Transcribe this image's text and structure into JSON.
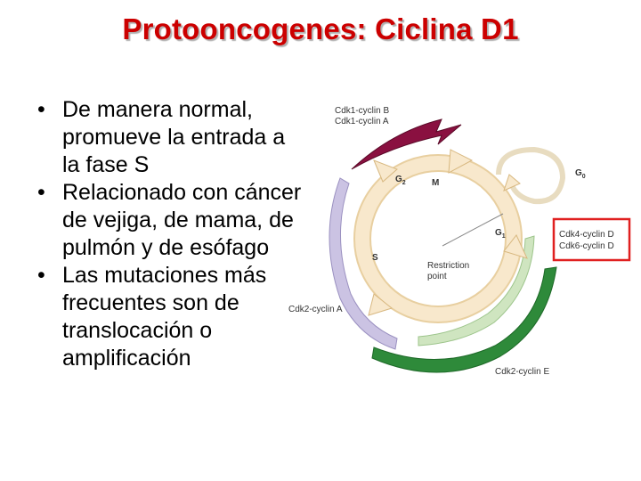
{
  "title": "Protooncogenes:  Ciclina D1",
  "bullets": [
    "De manera normal, promueve la entrada a la fase S",
    "Relacionado con cáncer de vejiga, de mama, de pulmón y de esófago",
    "Las mutaciones más frecuentes son de translocación o amplificación"
  ],
  "diagram": {
    "cdk1_cyclin_b": "Cdk1-cyclin B",
    "cdk1_cyclin_a": "Cdk1-cyclin A",
    "g0": "G",
    "g0_sub": "0",
    "g2": "G",
    "g2_sub": "2",
    "m": "M",
    "g1": "G",
    "g1_sub": "1",
    "s": "S",
    "cdk4_cyclin_d": "Cdk4-cyclin D",
    "cdk6_cyclin_d": "Cdk6-cyclin D",
    "restriction": "Restriction",
    "point": "point",
    "cdk2_cyclin_a": "Cdk2-cyclin A",
    "cdk2_cyclin_e": "Cdk2-cyclin E",
    "colors": {
      "cyclin_b": "#8a1040",
      "cyclin_a": "#c8c0e0",
      "cyclin_d": "#c8e0b8",
      "cyclin_e": "#2e8a3a",
      "cycle": "#f5e3c3",
      "highlight": "#e02020"
    }
  }
}
